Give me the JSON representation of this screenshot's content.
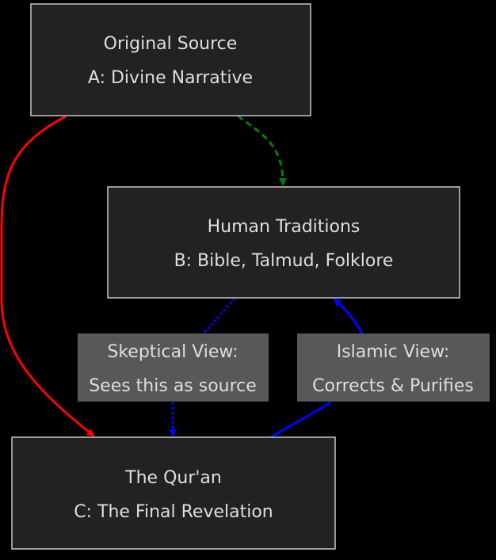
{
  "nodes": {
    "a": {
      "line1": "Original Source",
      "line2": "A: Divine Narrative"
    },
    "b": {
      "line1": "Human Traditions",
      "line2": "B: Bible, Talmud, Folklore"
    },
    "c": {
      "line1": "The Qur'an",
      "line2": "C: The Final Revelation"
    }
  },
  "edge_labels": {
    "skeptical": {
      "line1": "Skeptical View:",
      "line2": "Sees this as source"
    },
    "islamic": {
      "line1": "Islamic View:",
      "line2": "Corrects & Purifies"
    }
  },
  "colors": {
    "red_edge": "#ff0000",
    "green_edge": "#008000",
    "blue_edge": "#0000ff"
  }
}
